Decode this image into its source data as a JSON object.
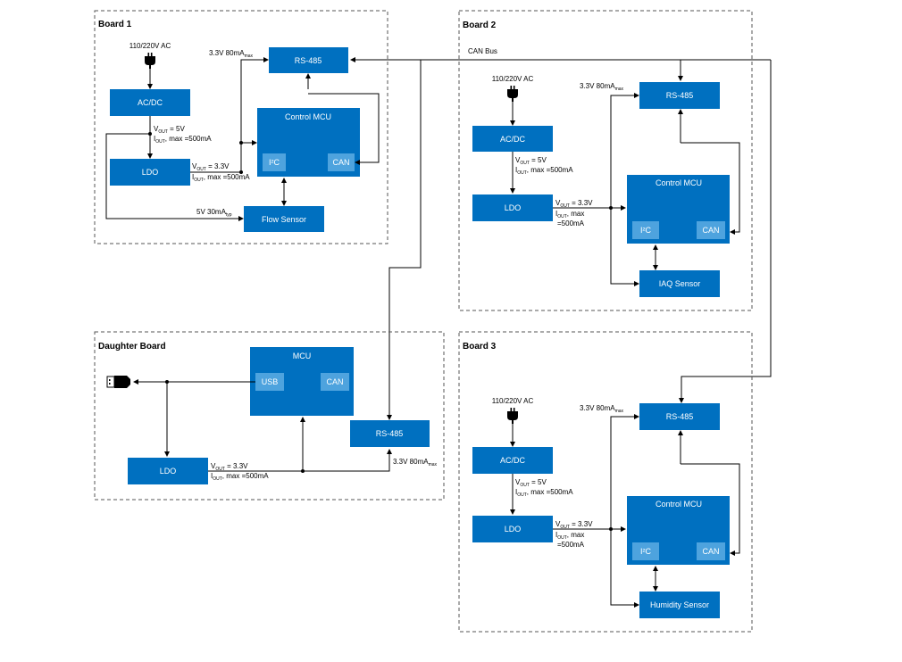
{
  "can_bus_label": "CAN Bus",
  "board1": {
    "title": "Board 1",
    "ac_label": "110/220V AC",
    "acdc": "AC/DC",
    "ldo": "LDO",
    "vout5": "V",
    "vout5_sub": "OUT",
    "vout5_val": " = 5V",
    "iout5": "I",
    "iout5_sub": "OUT",
    "iout5_val": ", max =500mA",
    "vout33": "V",
    "vout33_sub": "OUT",
    "vout33_val": " = 3.3V",
    "iout33": "I",
    "iout33_sub": "OUT",
    "iout33_val": ", max =500mA",
    "rs485": "RS-485",
    "rs485_power": "3.3V 80mA",
    "rs485_power_sub": "max",
    "mcu": "Control MCU",
    "i2c": "I²C",
    "can": "CAN",
    "sensor": "Flow Sensor",
    "sensor_power": "5V 30mA",
    "sensor_power_sub": "typ"
  },
  "board2": {
    "title": "Board 2",
    "ac_label": "110/220V AC",
    "acdc": "AC/DC",
    "ldo": "LDO",
    "vout5_val": " = 5V",
    "iout5_val": ", max =500mA",
    "vout33_val": " = 3.3V",
    "iout33_val": ", max",
    "iout33_val2": "=500mA",
    "rs485": "RS-485",
    "rs485_power": "3.3V 80mA",
    "rs485_power_sub": "max",
    "mcu": "Control MCU",
    "i2c": "I²C",
    "can": "CAN",
    "sensor": "IAQ Sensor"
  },
  "board3": {
    "title": "Board 3",
    "ac_label": "110/220V AC",
    "acdc": "AC/DC",
    "ldo": "LDO",
    "vout5_val": " = 5V",
    "iout5_val": ", max =500mA",
    "vout33_val": " = 3.3V",
    "iout33_val": ", max",
    "iout33_val2": "=500mA",
    "rs485": "RS-485",
    "rs485_power": "3.3V 80mA",
    "rs485_power_sub": "max",
    "mcu": "Control MCU",
    "i2c": "I²C",
    "can": "CAN",
    "sensor": "Humidity Sensor"
  },
  "daughter": {
    "title": "Daughter Board",
    "mcu": "MCU",
    "usb": "USB",
    "can": "CAN",
    "ldo": "LDO",
    "vout33_val": " = 3.3V",
    "iout33_val": ", max =500mA",
    "rs485": "RS-485",
    "rs485_power": "3.3V 80mA",
    "rs485_power_sub": "max"
  },
  "labels": {
    "v": "V",
    "i": "I",
    "out": "OUT"
  },
  "colors": {
    "block": "#0070c0",
    "sub_block": "#4ea3de",
    "wire": "#000000",
    "border": "#555555"
  },
  "icons": {
    "plug": "power-plug-icon",
    "usb": "usb-connector-icon"
  }
}
